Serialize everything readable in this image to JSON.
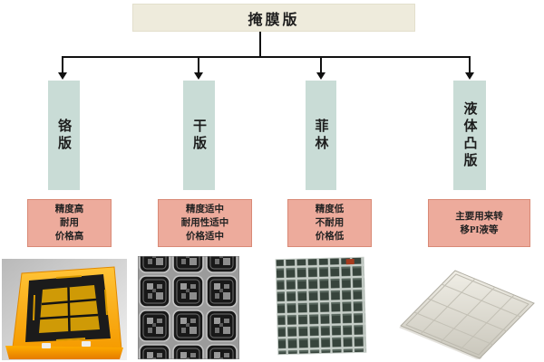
{
  "diagram": {
    "root": {
      "label": "掩膜版"
    },
    "branches": [
      {
        "label": "铬版",
        "features": [
          "精度高",
          "耐用",
          "价格高"
        ]
      },
      {
        "label": "干版",
        "features": [
          "精度适中",
          "耐用性适中",
          "价格适中"
        ]
      },
      {
        "label": "菲林",
        "features": [
          "精度低",
          "不耐用",
          "价格低"
        ]
      },
      {
        "label": "液体凸版",
        "features": [
          "主要用来转",
          "移PI液等"
        ]
      }
    ]
  },
  "colors": {
    "background": "#ffffff",
    "root_box_fill": "#eeebdc",
    "branch_box_fill": "#c9dcd6",
    "feature_box_fill": "#edab9c",
    "feature_box_border": "#d98a76",
    "connector_line": "#111111"
  }
}
